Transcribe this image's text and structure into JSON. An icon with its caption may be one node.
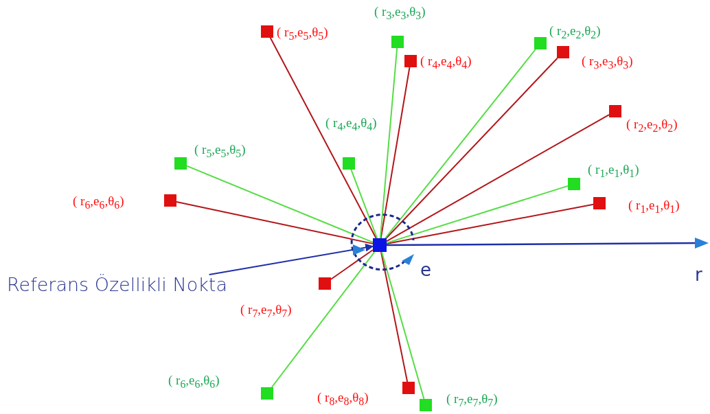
{
  "diagram": {
    "nodes": [
      {
        "text": [],
        "shape": "box"
      },
      {
        "text": [
          "Referans Özellikli Nokta"
        ]
      },
      {
        "text": [],
        "shape": "box",
        "beside": [
          "( r$_{1}$,e$_{1}$,θ$_{1}$)"
        ]
      },
      {
        "text": [],
        "shape": "box",
        "beside": [
          "( r$_{2}$,e$_{2}$,θ$_{2}$)"
        ]
      },
      {
        "text": [],
        "shape": "box",
        "beside": [
          "( r$_{3}$,e$_{3}$,θ$_{3}$)"
        ]
      },
      {
        "text": [],
        "shape": "box",
        "beside": [
          "( r$_{4}$,e$_{4}$,θ$_{4}$)"
        ]
      },
      {
        "text": [],
        "shape": "box",
        "beside": [
          "( r$_{5}$,e$_{5}$,θ$_{5}$)"
        ]
      },
      {
        "text": [],
        "shape": "box",
        "beside": [
          "( r$_{6}$,e$_{6}$,θ$_{6}$)"
        ]
      },
      {
        "text": [],
        "shape": "box",
        "beside": [
          "( r$_{7}$,e$_{7}$,θ$_{7}$)"
        ]
      },
      {
        "text": [],
        "shape": "box",
        "beside": [
          "( r$_{8}$,e$_{8}$,θ$_{8}$)"
        ]
      },
      {
        "text": [],
        "shape": "box",
        "beside": [
          "( r$_{1}$,e$_{1}$,θ$_{1}$)"
        ]
      },
      {
        "text": [],
        "shape": "box",
        "beside": [
          "( r$_{2}$,e$_{2}$,θ$_{2}$)"
        ]
      },
      {
        "text": [],
        "shape": "box",
        "beside": [
          "( r$_{3}$,e$_{3}$,θ$_{3}$)"
        ]
      },
      {
        "text": [],
        "shape": "box",
        "beside": [
          "( r$_{4}$,e$_{4}$,θ$_{4}$)"
        ]
      },
      {
        "text": [],
        "shape": "box",
        "beside": [
          "( r$_{5}$,e$_{5}$,θ$_{5}$)"
        ]
      },
      {
        "text": [],
        "shape": "box",
        "beside": [
          "( r$_{6}$,e$_{6}$,θ$_{6}$)"
        ]
      },
      {
        "text": [],
        "shape": "box",
        "beside": [
          "( r$_{7}$,e$_{7}$,θ$_{7}$)"
        ]
      }
    ],
    "edges": [
      {
        "from": 1,
        "to": 0,
        "arrow": "to",
        "color": "#1f2fa8"
      },
      {
        "from": 0,
        "to": 2,
        "arrow": "none"
      },
      {
        "from": 0,
        "to": 3,
        "arrow": "none"
      },
      {
        "from": 0,
        "to": 4,
        "arrow": "none"
      },
      {
        "from": 0,
        "to": 5,
        "arrow": "none"
      },
      {
        "from": 0,
        "to": 6,
        "arrow": "none"
      },
      {
        "from": 0,
        "to": 7,
        "arrow": "none"
      },
      {
        "from": 0,
        "to": 8,
        "arrow": "none"
      },
      {
        "from": 0,
        "to": 9,
        "arrow": "none"
      },
      {
        "from": 0,
        "to": 10,
        "arrow": "none",
        "color": "#55dd44"
      },
      {
        "from": 0,
        "to": 11,
        "arrow": "none",
        "color": "#55dd44"
      },
      {
        "from": 0,
        "to": 12,
        "arrow": "none",
        "color": "#55dd44"
      },
      {
        "from": 0,
        "to": 13,
        "arrow": "none",
        "color": "#55dd44"
      },
      {
        "from": 0,
        "to": 14,
        "arrow": "none",
        "color": "#55dd44"
      },
      {
        "from": 0,
        "to": 15,
        "arrow": "none",
        "color": "#55dd44"
      },
      {
        "from": 0,
        "to": 16,
        "arrow": "none",
        "color": "#55dd44"
      }
    ],
    "labels": [
      "e",
      "r"
    ]
  }
}
